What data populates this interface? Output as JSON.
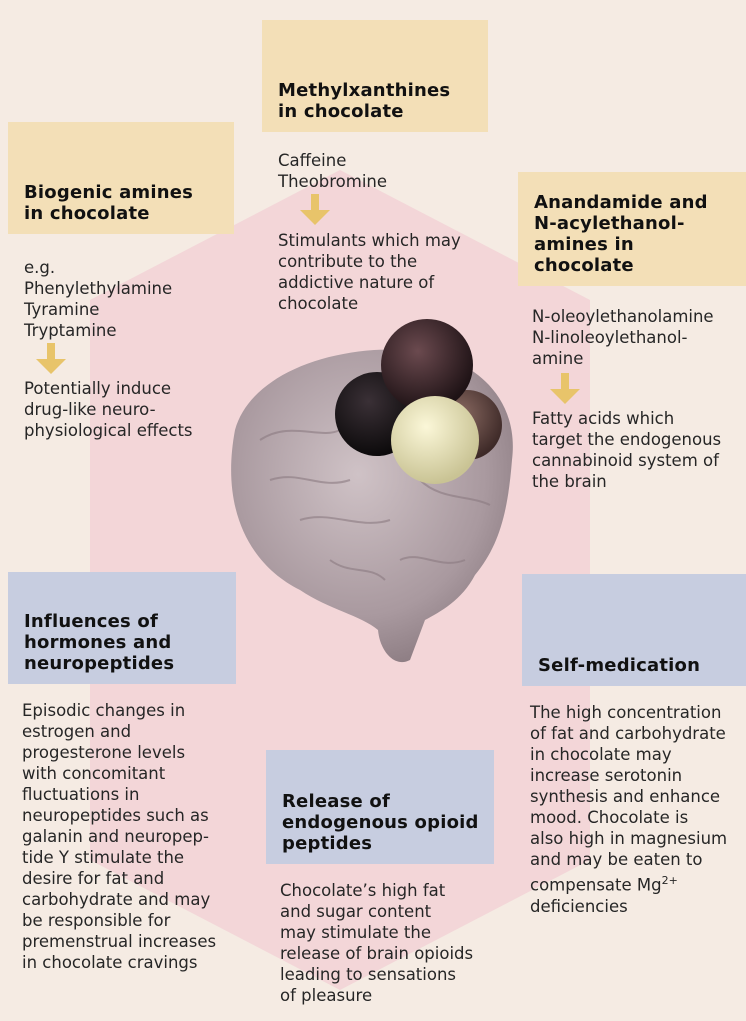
{
  "accent_colors": {
    "background": "#f5ebe3",
    "tan_box": "#f3dfb7",
    "blue_box": "#c7cde0",
    "hexagon": "#f2cfd4",
    "arrow": "#e8c46a"
  },
  "illustration": {
    "brain_icon": "brain-icon",
    "truffle_icon": "chocolate-truffles-icon"
  },
  "boxes": {
    "methylxanthines": {
      "title_lines": [
        "Methylxanthines",
        "in chocolate"
      ],
      "items": [
        "Caffeine",
        "Theobromine"
      ],
      "effect_lines": [
        "Stimulants which may",
        "contribute to the",
        "addictive nature of",
        "chocolate"
      ]
    },
    "biogenic": {
      "title_lines": [
        "Biogenic amines",
        "in chocolate"
      ],
      "items": [
        "e.g.",
        "Phenylethylamine",
        "Tyramine",
        "Tryptamine"
      ],
      "effect_lines": [
        "Potentially induce",
        "drug-like neuro-",
        "physiological effects"
      ]
    },
    "anandamide": {
      "title_lines": [
        "Anandamide and",
        "N-acylethanol-",
        "amines in",
        "chocolate"
      ],
      "items": [
        "N-oleoylethanolamine",
        "N-linoleoylethanol-",
        "amine"
      ],
      "effect_lines": [
        "Fatty acids which",
        "target the endogenous",
        "cannabinoid system of",
        "the brain"
      ]
    },
    "hormones": {
      "title_lines": [
        "Influences of",
        "hormones and",
        "neuropeptides"
      ],
      "body_lines": [
        "Episodic changes in",
        "estrogen and",
        "progesterone levels",
        "with concomitant",
        "fluctuations in",
        "neuropeptides such as",
        "galanin and neuropep-",
        "tide Y stimulate the",
        "desire for fat and",
        "carbohydrate and may",
        "be responsible for",
        "premenstrual increases",
        "in chocolate cravings"
      ]
    },
    "opioid": {
      "title_lines": [
        "Release of",
        "endogenous opioid",
        "peptides"
      ],
      "body_lines": [
        "Chocolate’s high fat",
        "and sugar content",
        "may stimulate the",
        "release of brain opioids",
        "leading to sensations",
        "of pleasure"
      ]
    },
    "selfmed": {
      "title_lines": [
        "Self-medication"
      ],
      "body_lines": [
        "The high concentration",
        "of fat and carbohydrate",
        "in chocolate may",
        "increase serotonin",
        "synthesis and enhance",
        "mood. Chocolate is",
        "also high in magnesium",
        "and may be eaten to"
      ],
      "body_last_prefix": "compensate Mg",
      "body_last_sup": "2+",
      "body_tail": "deficiencies"
    }
  }
}
